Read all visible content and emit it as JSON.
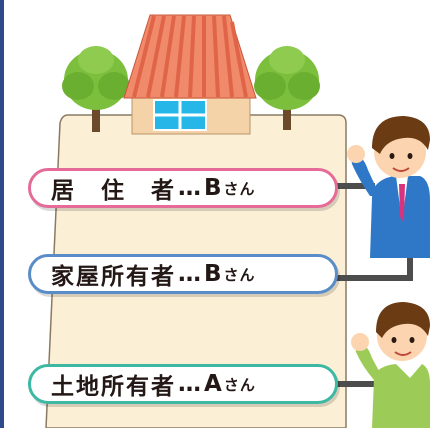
{
  "labels": [
    {
      "role": "居　住　者",
      "dots": "…",
      "person": "B",
      "suffix": "さん",
      "border_color": "#e56c99"
    },
    {
      "role": "家屋所有者",
      "dots": "…",
      "person": "B",
      "suffix": "さん",
      "border_color": "#5a8dc8"
    },
    {
      "role": "土地所有者",
      "dots": "…",
      "person": "A",
      "suffix": "さん",
      "border_color": "#3db8a3"
    }
  ],
  "colors": {
    "land": "#fbefd6",
    "land_border": "#8a7a62",
    "roof": "#f08a6a",
    "roof_stripe": "#e06548",
    "wall": "#f4d3a8",
    "window": "#26b7e8",
    "tree_green": "#7bbf3d",
    "trunk": "#6b4a2b",
    "connector": "#4d4d4d",
    "frame": "#2f4a8a"
  },
  "icons": {
    "house": "house-icon",
    "tree_left": "tree-icon",
    "tree_right": "tree-icon",
    "person_b": "businessman-icon",
    "person_a": "casual-man-icon"
  }
}
